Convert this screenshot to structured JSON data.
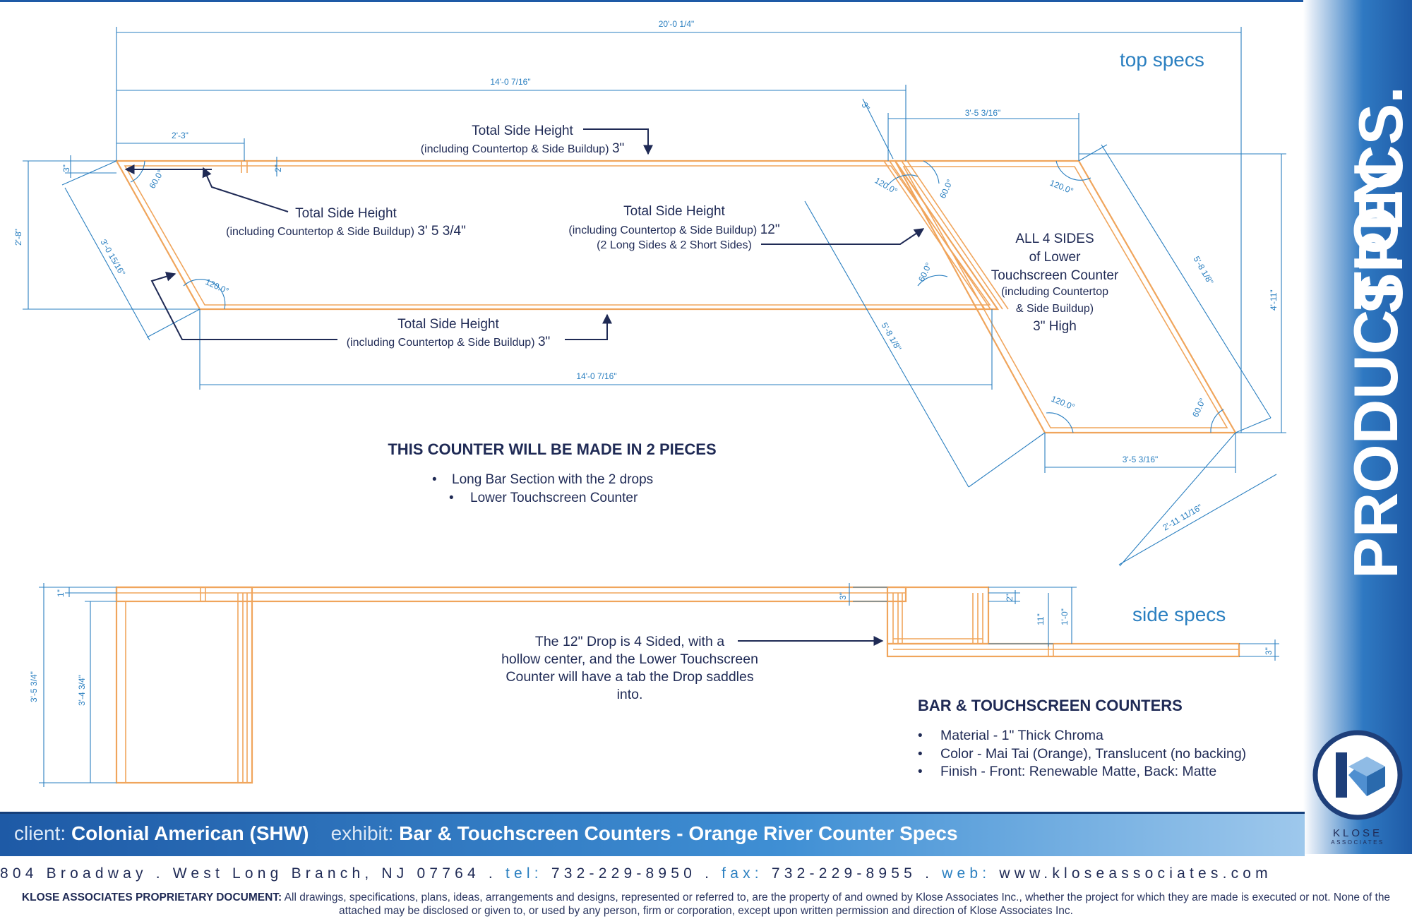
{
  "header": {
    "title_line1": "PRODUCTION",
    "title_line2": "SPECS."
  },
  "top_view": {
    "label": "top specs",
    "dimensions": {
      "overall_width": "20'-0 1/4\"",
      "bar_top_length": "14'-0 7/16\"",
      "bar_bottom_length": "14'-0 7/16\"",
      "drop_width": "2'-3\"",
      "drop_depth": "2\"",
      "left_depth_3": "3\"",
      "bar_depth": "2'-8\"",
      "bar_side": "3'-0 15/16\"",
      "joint_3": "3\"",
      "touch_top": "3'-5 3/16\"",
      "touch_bottom": "3'-5 3/16\"",
      "touch_side_right": "5'-8 1/8\"",
      "touch_side_left": "5'-8 1/8\"",
      "touch_height": "4'-11\"",
      "touch_depth": "2'-11 11/16\""
    },
    "angles": {
      "a60": "60.0°",
      "a120": "120.0°"
    },
    "notes": {
      "top_edge_title": "Total Side Height",
      "top_edge_detail": "(including Countertop & Side Buildup) ",
      "top_edge_value": "3\"",
      "drop_title": "Total Side Height",
      "drop_detail": "(including Countertop & Side Buildup) ",
      "drop_value": "3' 5 3/4\"",
      "joint_title": "Total Side Height",
      "joint_detail": "(including Countertop & Side Buildup) ",
      "joint_value": "12\"",
      "joint_extra": "(2 Long Sides & 2 Short Sides)",
      "bottom_edge_title": "Total Side Height",
      "bottom_edge_detail": "(including Countertop & Side Buildup) ",
      "bottom_edge_value": "3\"",
      "touch_1": "ALL 4 SIDES",
      "touch_2": "of Lower",
      "touch_3": "Touchscreen Counter",
      "touch_4": "(including Countertop",
      "touch_5": "& Side Buildup)",
      "touch_6": "3\" High"
    }
  },
  "pieces": {
    "heading": "THIS COUNTER WILL BE MADE IN 2 PIECES",
    "items": [
      "Long Bar Section with the 2 drops",
      "Lower Touchscreen Counter"
    ]
  },
  "side_view": {
    "label": "side specs",
    "dimensions": {
      "top_1": "1\"",
      "overall_h": "3'-5 3/4\"",
      "inner_h": "3'-4 3/4\"",
      "joint_3": "3\"",
      "drop_2": "2\"",
      "drop_11": "11\"",
      "drop_12": "1'-0\"",
      "touch_3": "3\""
    },
    "drop_note": [
      "The 12\" Drop is 4 Sided, with a",
      "hollow center, and the Lower Touchscreen",
      "Counter will have a tab the Drop saddles",
      "into."
    ]
  },
  "materials": {
    "heading": "BAR & TOUCHSCREEN COUNTERS",
    "items": [
      "Material - 1\" Thick Chroma",
      "Color - Mai Tai (Orange), Translucent (no backing)",
      "Finish - Front: Renewable Matte, Back: Matte"
    ]
  },
  "title_bar": {
    "client_label": "client",
    "client_value": "Colonial American (SHW)",
    "exhibit_label": "exhibit",
    "exhibit_value": "Bar & Touchscreen Counters - Orange River Counter Specs"
  },
  "footer": {
    "address": "804 Broadway . West Long Branch, NJ 07764 . ",
    "tel_label": "tel: ",
    "tel": "732-229-8950",
    "sep1": " . ",
    "fax_label": "fax: ",
    "fax": "732-229-8955",
    "sep2": " . ",
    "web_label": "web: ",
    "web": "www.kloseassociates.com",
    "disclaimer_bold": "KLOSE ASSOCIATES PROPRIETARY DOCUMENT:",
    "disclaimer_text": " All drawings, specifications, plans, ideas, arrangements and designs, represented or referred to, are the property of and owned by Klose Associates Inc., whether the project for which they are made is executed or not. None of the attached may be disclosed or given to, or used by any person, firm or corporation, except upon written permission and direction of Klose Associates Inc."
  },
  "logo": {
    "line1": "KLOSE",
    "line2": "ASSOCIATES"
  },
  "colors": {
    "navy": "#1f2a55",
    "dimension_blue": "#2a7fc0",
    "counter_orange": "#f0a55c",
    "brand_blue": "#1e5aa6"
  }
}
